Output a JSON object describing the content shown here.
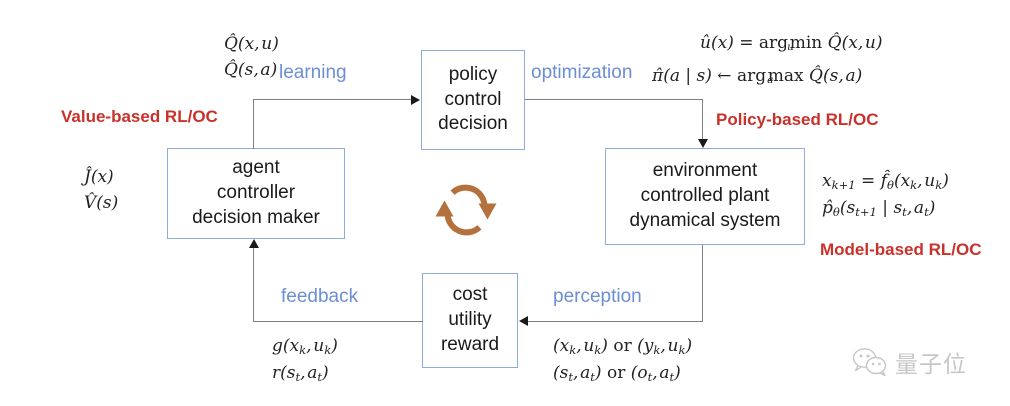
{
  "diagram": {
    "title": "Reinforcement Learning / Optimal Control feedback loop",
    "colors": {
      "box_border": "#8faadc",
      "blue_label": "#6b8ed4",
      "red_label": "#c9322a",
      "line": "#808080",
      "cycle_icon": "#b5713d",
      "watermark": "#9a9a9a"
    },
    "nodes": {
      "policy": {
        "lines": [
          "policy",
          "control",
          "decision"
        ]
      },
      "agent": {
        "lines": [
          "agent",
          "controller",
          "decision maker"
        ]
      },
      "environment": {
        "lines": [
          "environment",
          "controlled plant",
          "dynamical system"
        ]
      },
      "cost": {
        "lines": [
          "cost",
          "utility",
          "reward"
        ]
      }
    },
    "edge_labels": {
      "learning": "learning",
      "optimization": "optimization",
      "feedback": "feedback",
      "perception": "perception"
    },
    "category_labels": {
      "value_based": "Value-based RL/OC",
      "policy_based": "Policy-based RL/OC",
      "model_based": "Model-based RL/OC"
    },
    "math": {
      "q_xu": "Q̂(x, u)",
      "q_sa": "Q̂(s, a)",
      "j_x": "Ĵ(x)",
      "v_s": "V̂(s)",
      "u_hat_argmin": "û(x) = arg min_u Q̂(x, u)",
      "pi_hat_argmax": "π̂(a | s) ← arg max_a Q̂(s, a)",
      "model_x": "x_{k+1} = f̂_θ(x_k, u_k)",
      "model_p": "p̂_θ(s_{t+1} | s_t, a_t)",
      "cost_g": "g(x_k, u_k)",
      "cost_r": "r(s_t, a_t)",
      "obs_xu": "(x_k, u_k) or (y_k, u_k)",
      "obs_sa": "(s_t, a_t) or (o_t, a_t)"
    },
    "watermark": {
      "text": "量子位",
      "icon": "wechat-icon"
    }
  }
}
